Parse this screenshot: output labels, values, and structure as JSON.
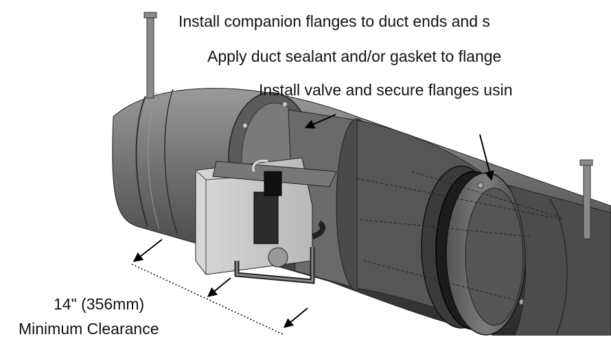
{
  "instructions": {
    "step1": "Install companion flanges to duct ends and s",
    "step2": "Apply duct sealant and/or gasket to flange",
    "step3": "Install valve and secure flanges usin"
  },
  "clearance": {
    "dimension": "14\" (356mm)",
    "label": "Minimum Clearance"
  }
}
